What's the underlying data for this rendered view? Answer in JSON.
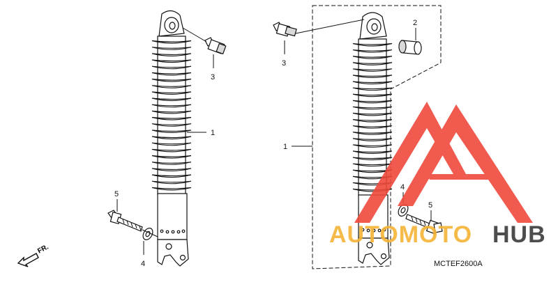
{
  "diagram_code": "MCTEF2600A",
  "direction_label": "FR.",
  "watermark": {
    "word_left": "AUTOMOTO",
    "word_right": "HUB",
    "color_triangle": "#f04a3c",
    "color_left": "#f5b335",
    "color_right": "#3a3a3a"
  },
  "colors": {
    "line": "#111111",
    "rubber": "#d9d9d9"
  },
  "callouts": [
    {
      "id": "c1-left",
      "label": "1"
    },
    {
      "id": "c3-left",
      "label": "3"
    },
    {
      "id": "c5-left",
      "label": "5"
    },
    {
      "id": "c4-left",
      "label": "4"
    },
    {
      "id": "c3-right",
      "label": "3"
    },
    {
      "id": "c2-right",
      "label": "2"
    },
    {
      "id": "c1-right",
      "label": "1"
    },
    {
      "id": "c4-right",
      "label": "4"
    },
    {
      "id": "c5-right",
      "label": "5"
    }
  ]
}
